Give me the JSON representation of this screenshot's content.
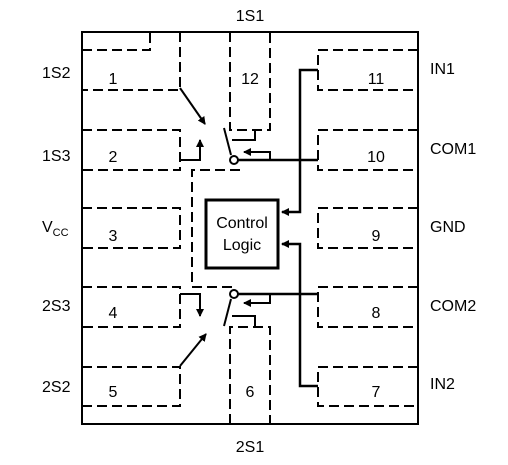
{
  "top_label": "1S1",
  "bottom_label": "2S1",
  "left_labels": [
    "1S2",
    "1S3",
    "V",
    "2S3",
    "2S2"
  ],
  "vcc_subscript": "CC",
  "right_labels": [
    "IN1",
    "COM1",
    "GND",
    "COM2",
    "IN2"
  ],
  "left_pins": [
    "1",
    "2",
    "3",
    "4",
    "5"
  ],
  "right_pins": [
    "11",
    "10",
    "9",
    "8",
    "7"
  ],
  "top_pin": "12",
  "bottom_pin": "6",
  "control_logic": [
    "Control",
    "Logic"
  ]
}
